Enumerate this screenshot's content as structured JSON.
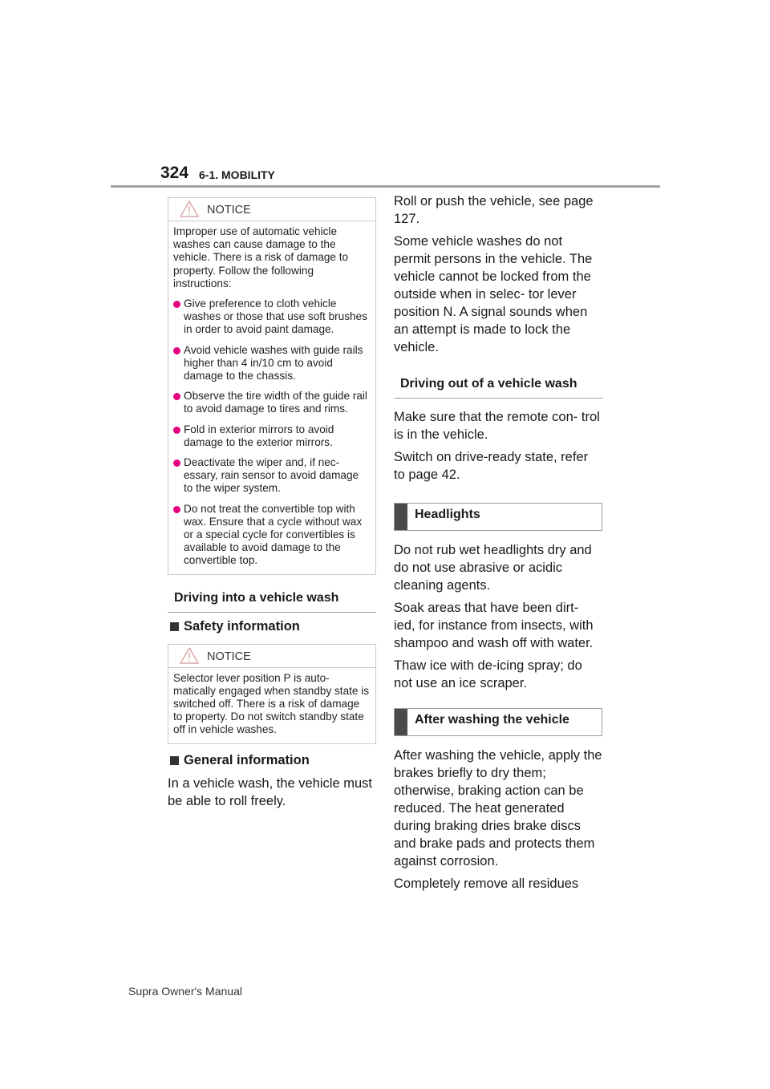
{
  "header": {
    "page_number": "324",
    "section": "6-1. MOBILITY"
  },
  "left": {
    "notice1": {
      "label": "NOTICE",
      "intro": "Improper use of automatic vehicle washes can cause damage to the vehicle. There is a risk of damage to property. Follow the following instructions:",
      "items": [
        "Give preference to cloth vehicle washes or those that use soft brushes in order to avoid paint damage.",
        "Avoid vehicle washes with guide rails higher than 4 in/10 cm to avoid damage to the chassis.",
        "Observe the tire width of the guide rail to avoid damage to tires and rims.",
        "Fold in exterior mirrors to avoid damage to the exterior mirrors.",
        "Deactivate the wiper and, if nec- essary, rain sensor to avoid damage to the wiper system.",
        "Do not treat the convertible top with wax. Ensure that a cycle without wax or a special cycle for convertibles is available to avoid damage to the convertible top."
      ]
    },
    "heading_into": "Driving into a vehicle wash",
    "safety_subhead": "Safety information",
    "notice2": {
      "label": "NOTICE",
      "text": "Selector lever position P is auto- matically engaged when standby state is switched off. There is a risk of damage to property. Do not switch standby state off in vehicle washes."
    },
    "general_subhead": "General information",
    "general_text": "In a vehicle wash, the vehicle must be able to roll freely."
  },
  "right": {
    "p1": "Roll or push the vehicle, see page 127.",
    "p2": "Some vehicle washes do not permit persons in the vehicle. The vehicle cannot be locked from the outside when in selec- tor lever position N. A signal sounds when an attempt is made to lock the vehicle.",
    "heading_out": "Driving out of a vehicle wash",
    "p3": "Make sure that the remote con- trol is in the vehicle.",
    "p4": "Switch on drive-ready state, refer to page 42.",
    "heading_headlights": "Headlights",
    "p5": "Do not rub wet headlights dry and do not use abrasive or acidic cleaning agents.",
    "p6": "Soak areas that have been dirt- ied, for instance from insects, with shampoo and wash off with water.",
    "p7": "Thaw ice with de-icing spray; do not use an ice scraper.",
    "heading_after": "After washing the vehicle",
    "p8": "After washing the vehicle, apply the brakes briefly to dry them; otherwise, braking action can be reduced. The heat generated during braking dries brake discs and brake pads and protects them against corrosion.",
    "p9": "Completely remove all residues"
  },
  "footer": "Supra Owner's Manual",
  "colors": {
    "bullet": "#e4007f",
    "rule": "#a3a3a3",
    "bar": "#4a4a4a"
  },
  "icons": {
    "notice": "warning-triangle-icon",
    "bullet": "dot",
    "subhead": "square"
  }
}
